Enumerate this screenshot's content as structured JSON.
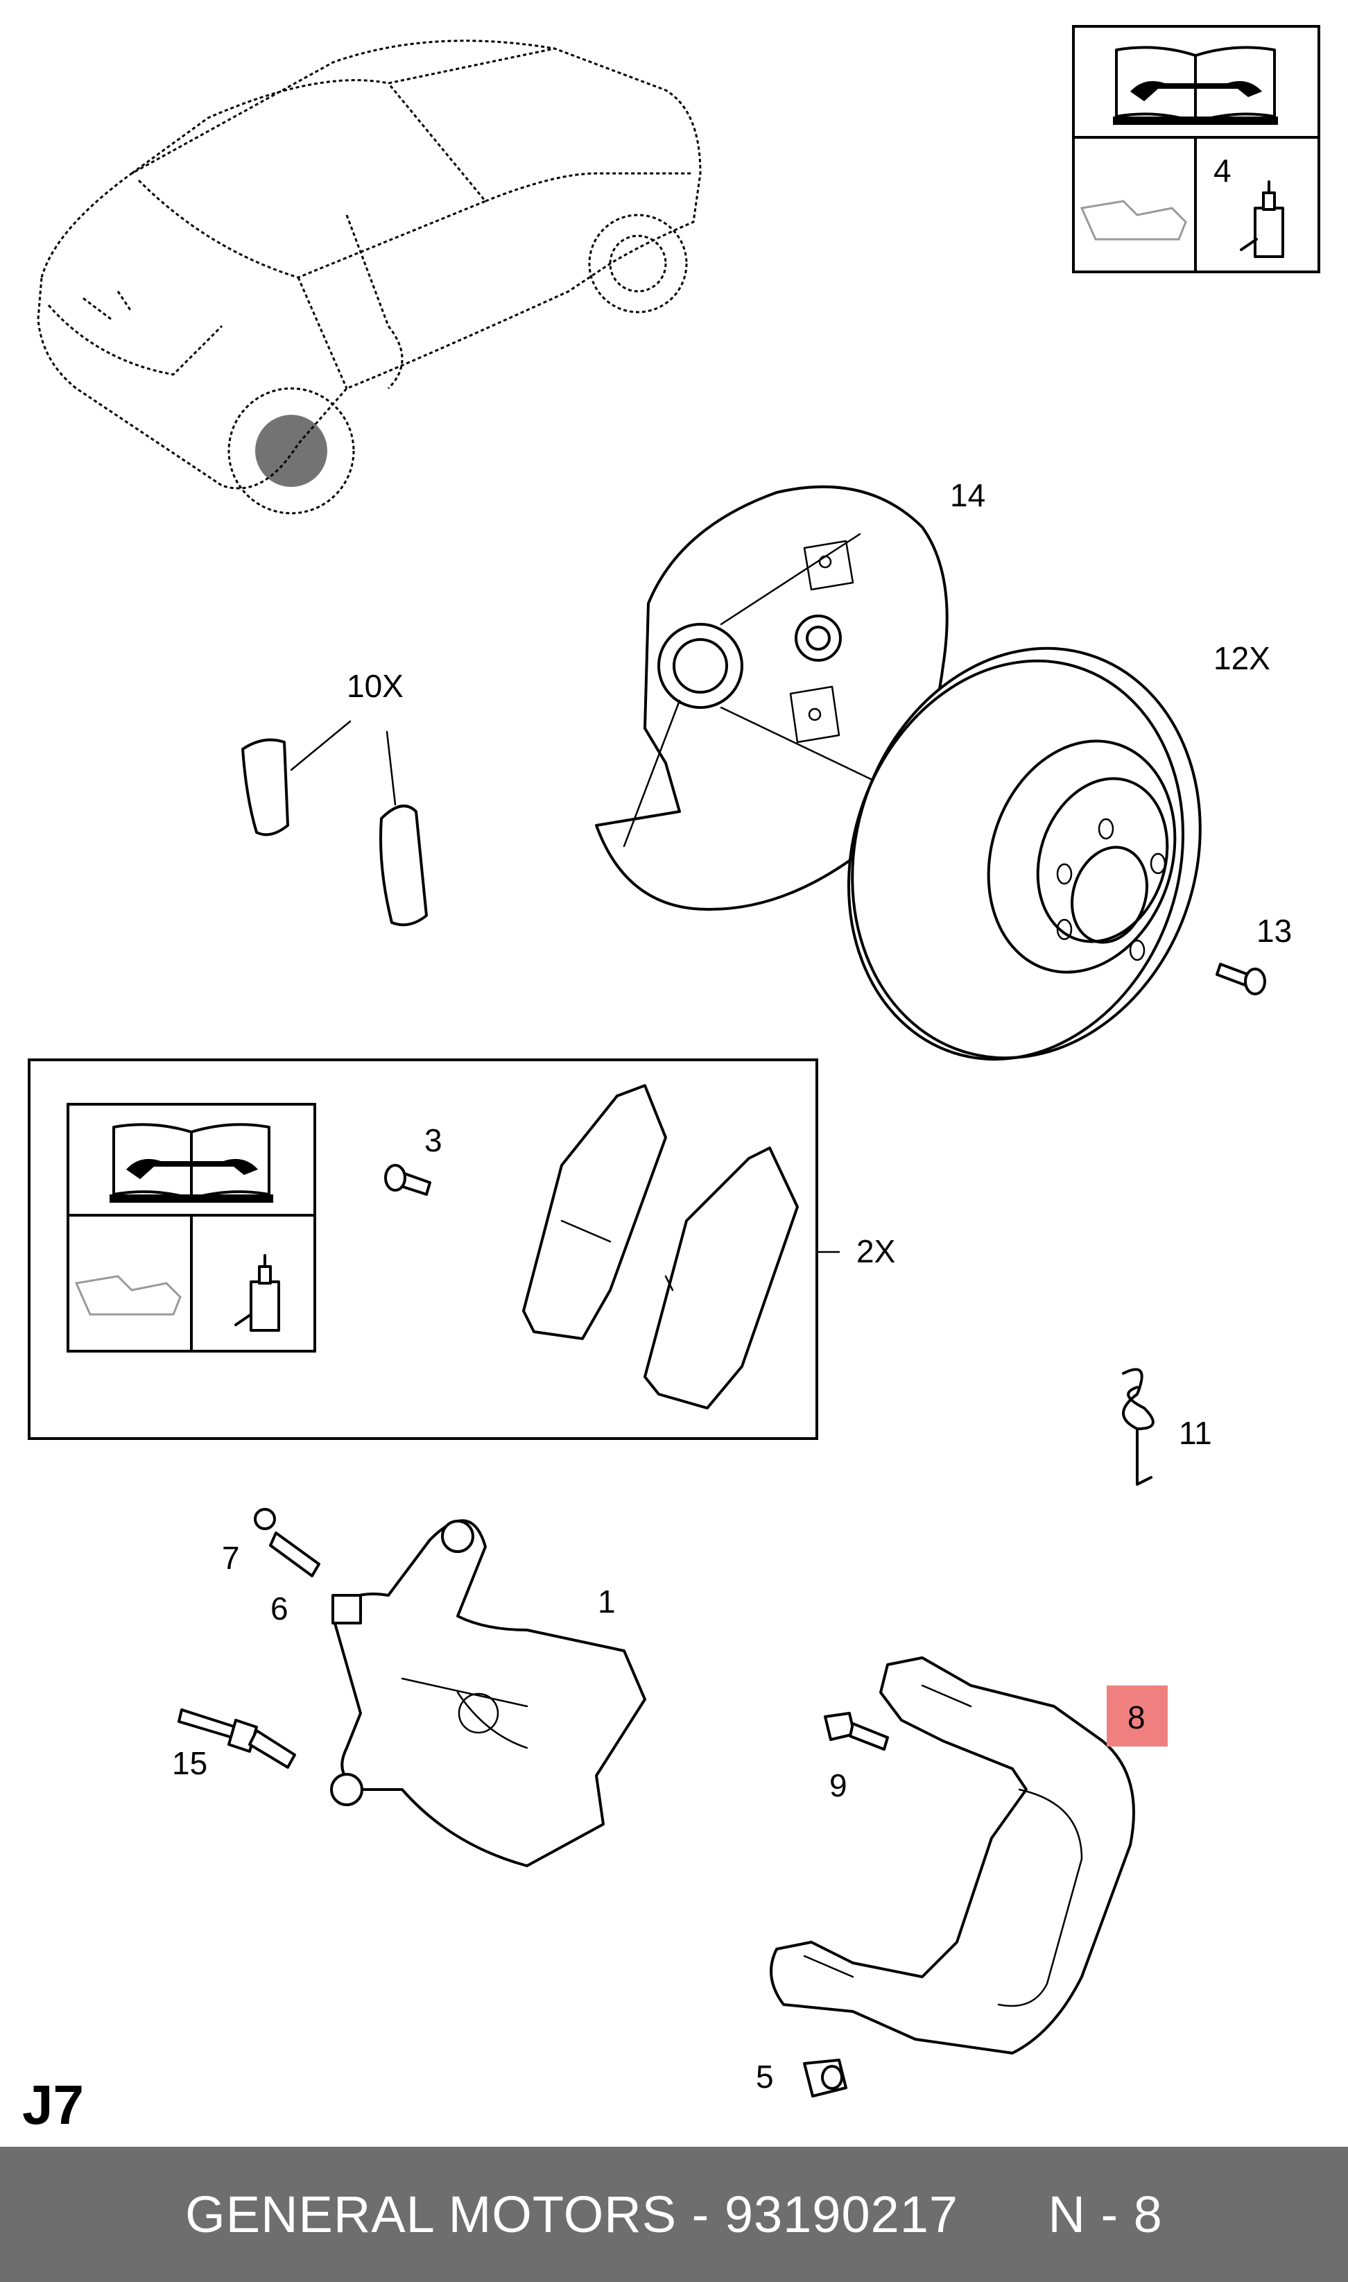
{
  "sheet_code": "J7",
  "callouts": {
    "c14": "14",
    "c12x": "12X",
    "c10x": "10X",
    "c13": "13",
    "c4": "4",
    "c3": "3",
    "c2x": "2X",
    "c11": "11",
    "c7": "7",
    "c6": "6",
    "c1": "1",
    "c15": "15",
    "c9": "9",
    "c8": "8",
    "c5": "5"
  },
  "highlight_color": "#f08080",
  "footer": {
    "part_text": "GENERAL MOTORS - 93190217",
    "ref_text": "N - 8"
  }
}
